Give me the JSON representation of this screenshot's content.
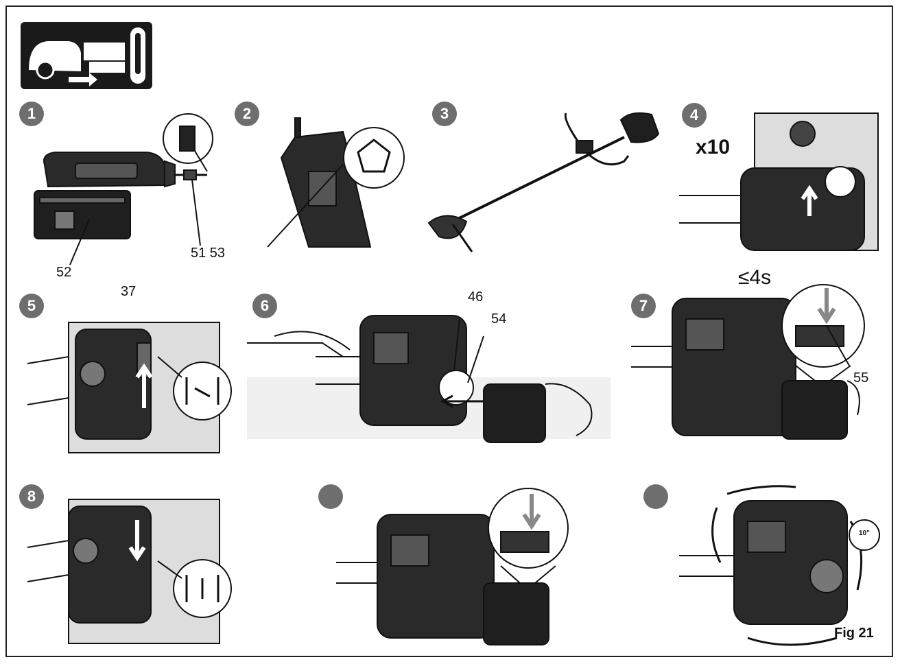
{
  "header_icon": {
    "name": "cold-start-temperature-icon",
    "color": "#1a1a1a"
  },
  "steps": [
    {
      "badge": "1",
      "callouts": [
        "52",
        "51 53"
      ]
    },
    {
      "badge": "2",
      "callouts": []
    },
    {
      "badge": "3",
      "callouts": []
    },
    {
      "badge": "4",
      "callouts": [
        "x10"
      ]
    },
    {
      "badge": "5",
      "callouts": [
        "37"
      ]
    },
    {
      "badge": "6",
      "callouts": [
        "46",
        "54"
      ]
    },
    {
      "badge": "7",
      "callouts": [
        "≤4s",
        "55"
      ]
    },
    {
      "badge": "8",
      "callouts": []
    },
    {
      "badge": "",
      "callouts": []
    },
    {
      "badge": "",
      "callouts": []
    }
  ],
  "figure_label": "Fig 21",
  "timer_label": "10\"",
  "colors": {
    "badge": "#6e6e6e",
    "line": "#111111",
    "header_bg": "#1a1a1a"
  }
}
